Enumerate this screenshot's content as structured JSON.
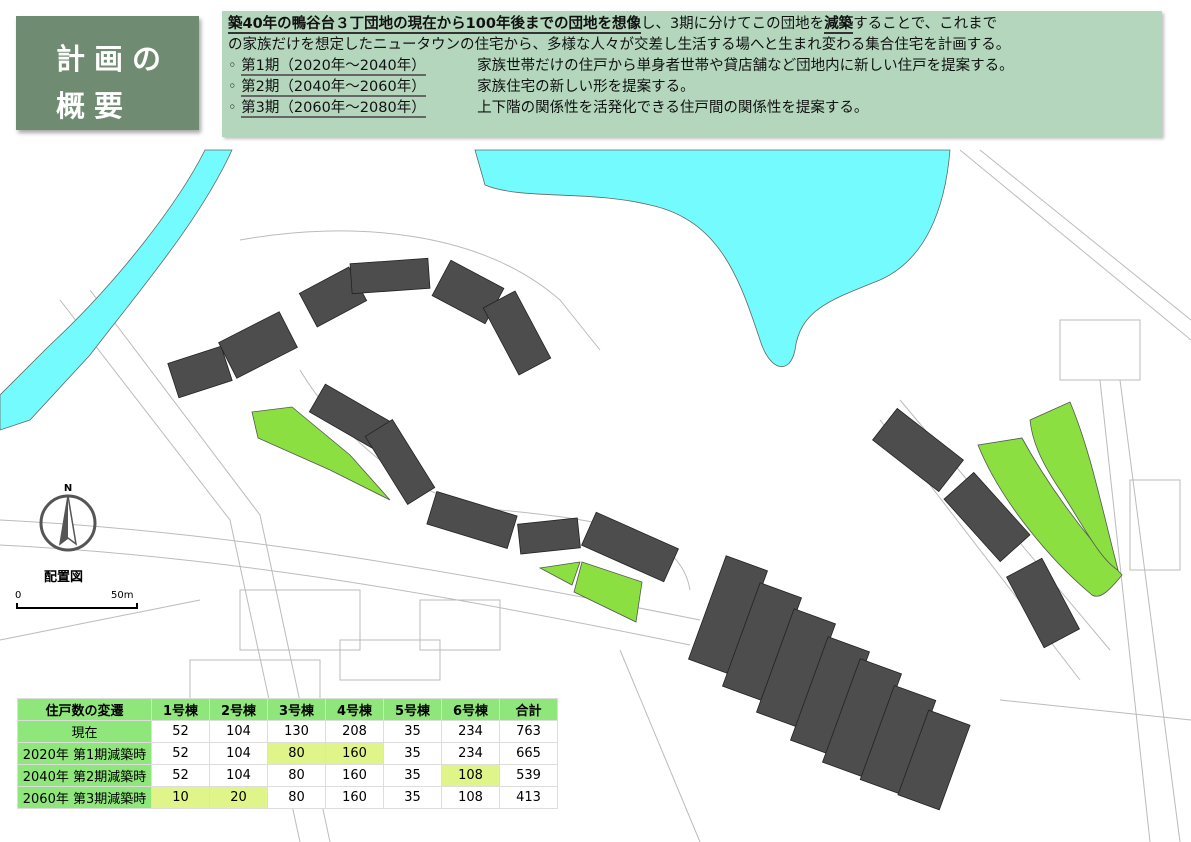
{
  "title": {
    "line1": "計画の",
    "line2": "概要"
  },
  "summary": {
    "intro_bold1": "築40年の鴨谷台３丁団地の現在から100年後までの団地を想像",
    "intro_mid": "し、3期に分けてこの団地を",
    "intro_bold2": "減築",
    "intro_end": "することで、これまで",
    "line2": "の家族だけを想定したニュータウンの住宅から、多様な人々が交差し生活する場へと生まれ変わる集合住宅を計画する。",
    "phases": [
      {
        "label": "第1期（2020年～2040年）",
        "text": "家族世帯だけの住戸から単身者世帯や貸店舗など団地内に新しい住戸を提案する。"
      },
      {
        "label": "第2期（2040年～2060年）",
        "text": "家族住宅の新しい形を提案する。"
      },
      {
        "label": "第3期（2060年～2080年）",
        "text": "上下階の関係性を活発化できる住戸間の関係性を提案する。"
      }
    ]
  },
  "map": {
    "compass_label": "N",
    "plan_label": "配置図",
    "scale_zero": "0",
    "scale_max": "50m",
    "colors": {
      "water": "#73fbfd",
      "green": "#8cdf41",
      "building": "#4d4d4d"
    }
  },
  "table": {
    "headers": [
      "住戸数の変遷",
      "1号棟",
      "2号棟",
      "3号棟",
      "4号棟",
      "5号棟",
      "6号棟",
      "合計"
    ],
    "rows": [
      {
        "label": "現在",
        "values": [
          "52",
          "104",
          "130",
          "208",
          "35",
          "234",
          "763"
        ]
      },
      {
        "label": "2020年 第1期減築時",
        "values": [
          "52",
          "104",
          "80",
          "160",
          "35",
          "234",
          "665"
        ]
      },
      {
        "label": "2040年 第2期減築時",
        "values": [
          "52",
          "104",
          "80",
          "160",
          "35",
          "108",
          "539"
        ]
      },
      {
        "label": "2060年 第3期減築時",
        "values": [
          "10",
          "20",
          "80",
          "160",
          "35",
          "108",
          "413"
        ]
      }
    ]
  }
}
